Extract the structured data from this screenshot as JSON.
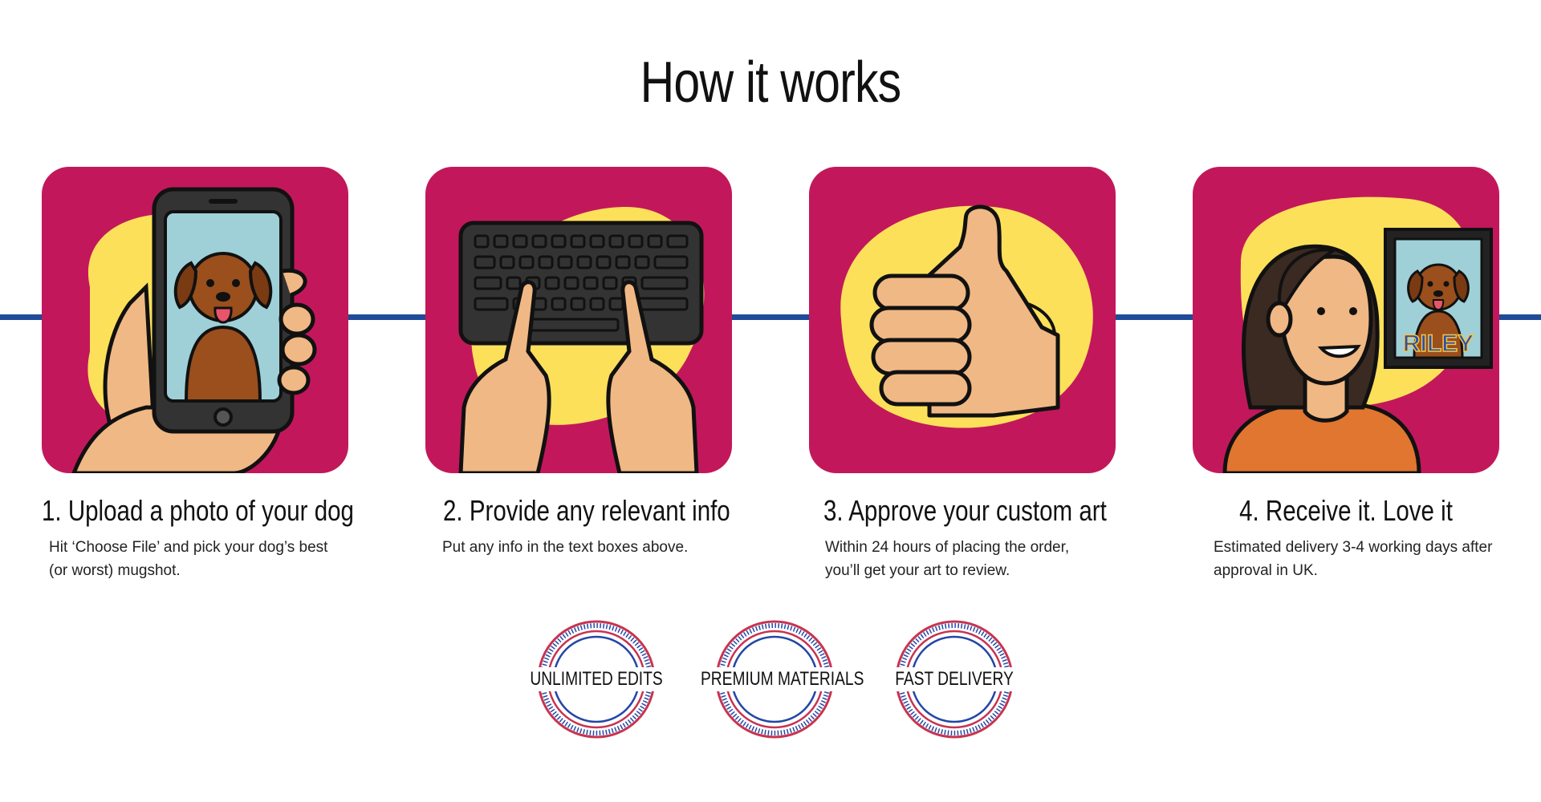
{
  "header": {
    "title": "How it works"
  },
  "steps": [
    {
      "title": "1. Upload a photo of your dog",
      "description": "Hit ‘Choose File’ and pick your dog’s best (or worst) mugshot.",
      "icon": "phone-dog-photo-icon"
    },
    {
      "title": "2. Provide any relevant info",
      "description": "Put any info in the text boxes above.",
      "icon": "keyboard-typing-icon"
    },
    {
      "title": "3. Approve your custom art",
      "description": "Within 24 hours of placing the order, you’ll get your art to review.",
      "icon": "thumbs-up-icon"
    },
    {
      "title": "4. Receive it. Love it",
      "description": "Estimated delivery 3-4 working days after approval in UK.",
      "icon": "woman-with-portrait-icon",
      "portrait_name": "RILEY"
    }
  ],
  "badges": [
    {
      "label": "UNLIMITED EDITS"
    },
    {
      "label": "PREMIUM MATERIALS"
    },
    {
      "label": "FAST DELIVERY"
    }
  ],
  "colors": {
    "tile": "#c2185b",
    "blob": "#fde05a",
    "line": "#1f4b99",
    "badge_red": "#c8334f",
    "badge_blue": "#2347a6",
    "skin": "#f0b884",
    "dog": "#9a4f1c",
    "screen": "#9fd0d8"
  }
}
